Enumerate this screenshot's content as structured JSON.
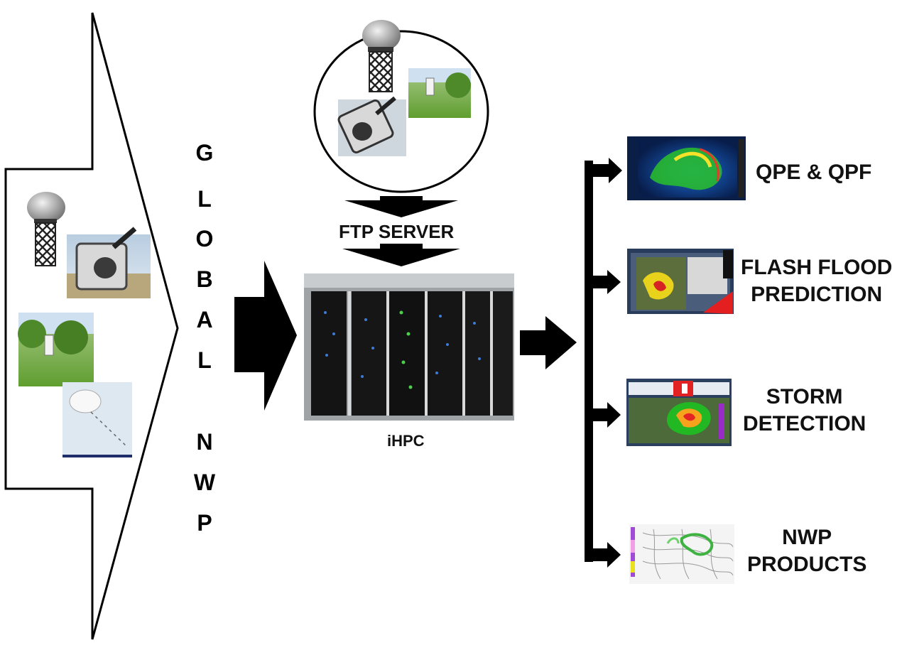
{
  "global_nwp_letters": [
    "G",
    "L",
    "O",
    "B",
    "A",
    "L",
    "N",
    "W",
    "P"
  ],
  "ftp_server_label": "FTP SERVER",
  "ihpc_label": "iHPC",
  "outputs": [
    {
      "line1": "QPE & QPF",
      "line2": ""
    },
    {
      "line1": "FLASH FLOOD",
      "line2": "PREDICTION"
    },
    {
      "line1": "STORM",
      "line2": "DETECTION"
    },
    {
      "line1": "NWP",
      "line2": "PRODUCTS"
    }
  ],
  "colors": {
    "arrow": "#000000",
    "text": "#111111",
    "grass": "#6fae3c",
    "radar_bg": "#0a2a6a",
    "rack": "#1a1a1a"
  }
}
